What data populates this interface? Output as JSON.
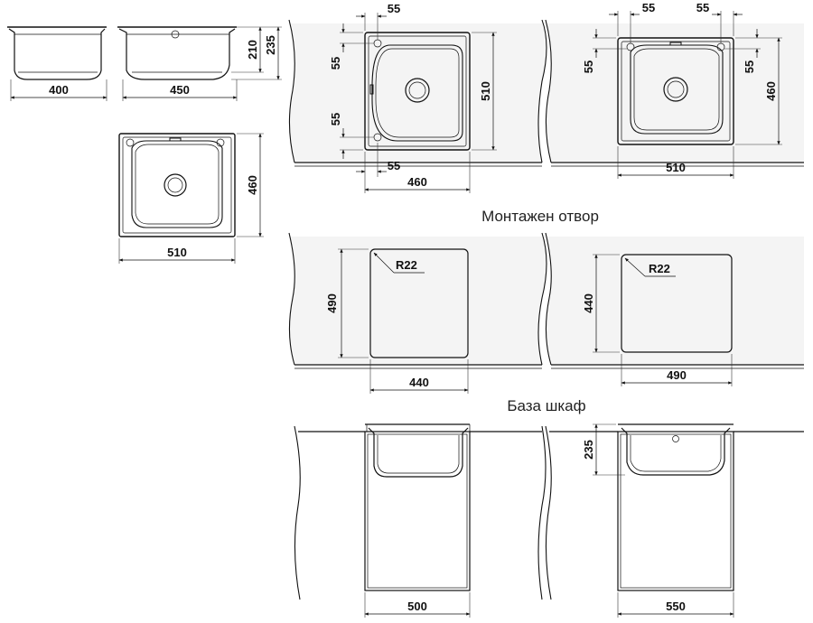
{
  "captions": {
    "cutout": "Монтажен отвор",
    "cabinet": "База шкаф"
  },
  "dimensions": {
    "front_width": "400",
    "side_width": "450",
    "bowl_depth": "210",
    "total_depth": "235",
    "top_width": "510",
    "top_height": "460",
    "left_offset_top": "55",
    "left_side_upper": "55",
    "left_side_lower": "55",
    "left_offset_bottom": "55",
    "left_height": "510",
    "left_width": "460",
    "right_offset_a": "55",
    "right_offset_b": "55",
    "right_side_left": "55",
    "right_side_right": "55",
    "right_height": "460",
    "right_width": "510",
    "cut_left_radius": "R22",
    "cut_left_height": "490",
    "cut_left_width": "440",
    "cut_right_radius": "R22",
    "cut_right_height": "440",
    "cut_right_width": "490",
    "cab_left_width": "500",
    "cab_right_depth": "235",
    "cab_right_width": "550"
  },
  "colors": {
    "line": "#111111",
    "surface": "#f4f4f4"
  }
}
